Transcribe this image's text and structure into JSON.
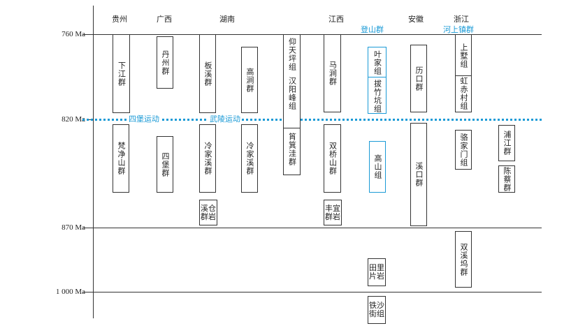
{
  "regions": {
    "guizhou": "贵州",
    "guangxi": "广西",
    "hunan": "湖南",
    "jiangxi": "江西",
    "anhui": "安徽",
    "zhejiang": "浙江",
    "dengshan": "登山群",
    "heshangzhen": "河上镇群"
  },
  "time_axis": {
    "t760": "760 Ma",
    "t820": "820 Ma",
    "t870": "870 Ma",
    "t1000": "1 000 Ma"
  },
  "events": {
    "sibao": "四堡运动",
    "wuling": "武陵运动"
  },
  "units": {
    "xiajiang": "下江群",
    "danzhou": "丹州群",
    "banxi": "板溪群",
    "gaojian": "高涧群",
    "yangtianping": "仰天坪组",
    "hanyangfeng": "汉阳峰组",
    "madong": "马涧群",
    "yejia": "叶家组",
    "bazhukeng": "拔竹坑组",
    "likou": "历口群",
    "shangshu": "上墅组",
    "hongchicun": "虹赤村组",
    "fanjingshan": "梵净山群",
    "sibao": "四堡群",
    "lengjiaxi_a": "冷家溪群",
    "lengjiaxi_b": "冷家溪群",
    "jijiwa": "筲箕洼群",
    "shuangqiaoshan": "双桥山群",
    "gaoshan": "高山组",
    "xikou": "溪口群",
    "lujiamen": "骆家门组",
    "pujiang": "浦江群",
    "chencai": "陈蔡群",
    "cangxi_l1": "溪仓",
    "cangxi_l2": "群岩",
    "yifeng_l1": "丰宜",
    "yifeng_l2": "群岩",
    "shuangxiwu": "双溪坞群",
    "tianli_l1": "田里",
    "tianli_l2": "片岩",
    "tieshajie_l1": "铁沙",
    "tieshajie_l2": "街组"
  },
  "colors": {
    "line": "#333333",
    "accent_blue": "#1a9ad6"
  }
}
